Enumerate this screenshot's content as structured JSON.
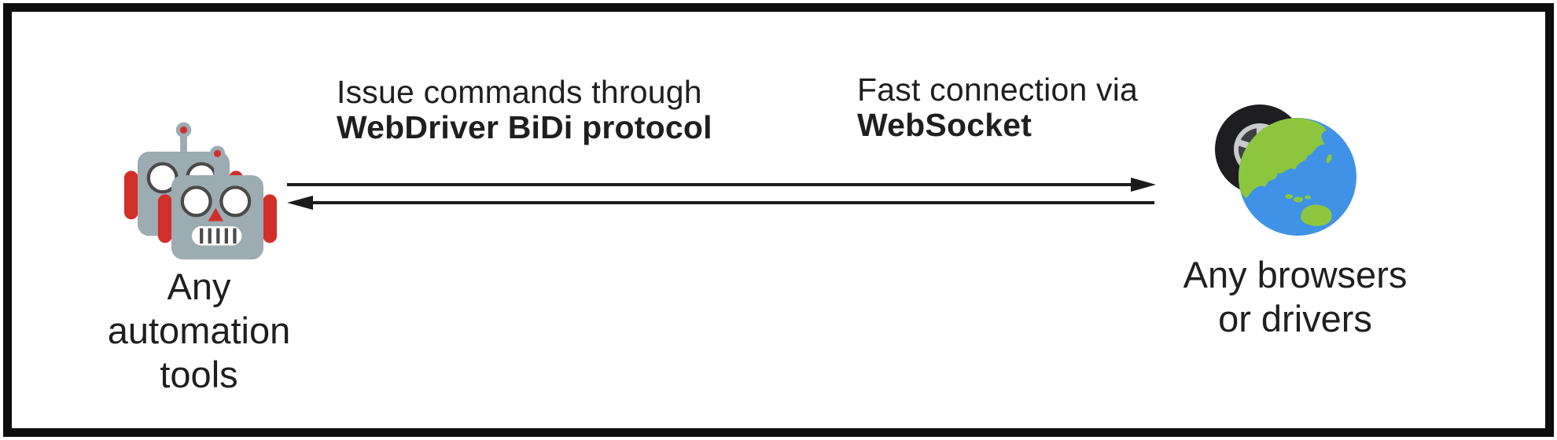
{
  "colors": {
    "background": "#ffffff",
    "frame": "#0d0d0d",
    "text": "#1f1f1f",
    "arrow": "#1b1b1b",
    "robot-gray": "#9dabb2",
    "robot-red": "#d02f2a",
    "robot-face-dark": "#4a4a4a",
    "globe-ocean": "#3f92e6",
    "globe-land": "#8cc63f",
    "tire-dark": "#1e1e20",
    "tire-rim-light": "#c9cacc",
    "tire-rim-dark": "#3f4043"
  },
  "connection": {
    "top_label": {
      "line1": "Issue commands through",
      "line2": "WebDriver BiDi protocol"
    },
    "right_label": {
      "line1": "Fast connection via",
      "line2": "WebSocket"
    }
  },
  "nodes": {
    "left": {
      "icon": "robots-icon",
      "caption_lines": [
        "Any",
        "automation",
        "tools"
      ]
    },
    "right": {
      "icon": "globe-with-tire-icon",
      "caption_lines": [
        "Any browsers",
        "or drivers"
      ]
    }
  }
}
